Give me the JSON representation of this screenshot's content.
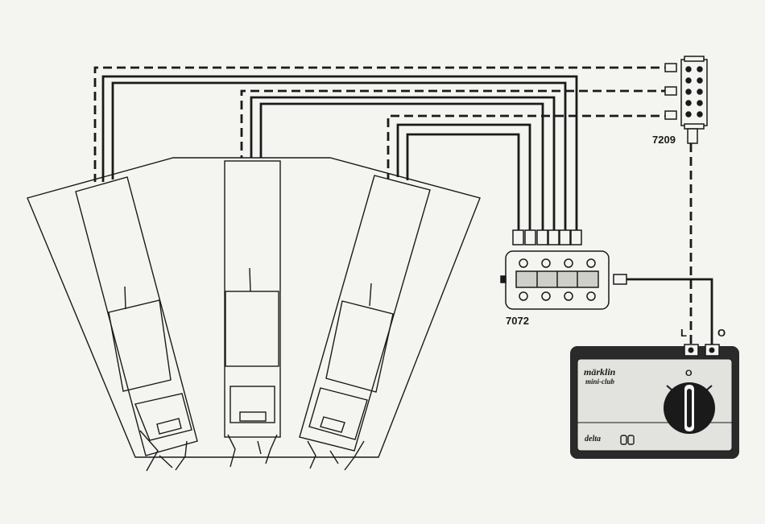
{
  "labels": {
    "connector": "7209",
    "distributor": "7072",
    "terminal_left": "L",
    "terminal_right": "O",
    "dial_zero": "O"
  },
  "transformer": {
    "brand": "märklin",
    "sub": "mini-club",
    "bottom_logo": "delta",
    "bottom_mark": "00"
  },
  "colors": {
    "ink": "#1a1a1a",
    "paper": "#f4f4f1",
    "transformer_face": "#e2e2de",
    "transformer_case": "#2a2a2a"
  }
}
